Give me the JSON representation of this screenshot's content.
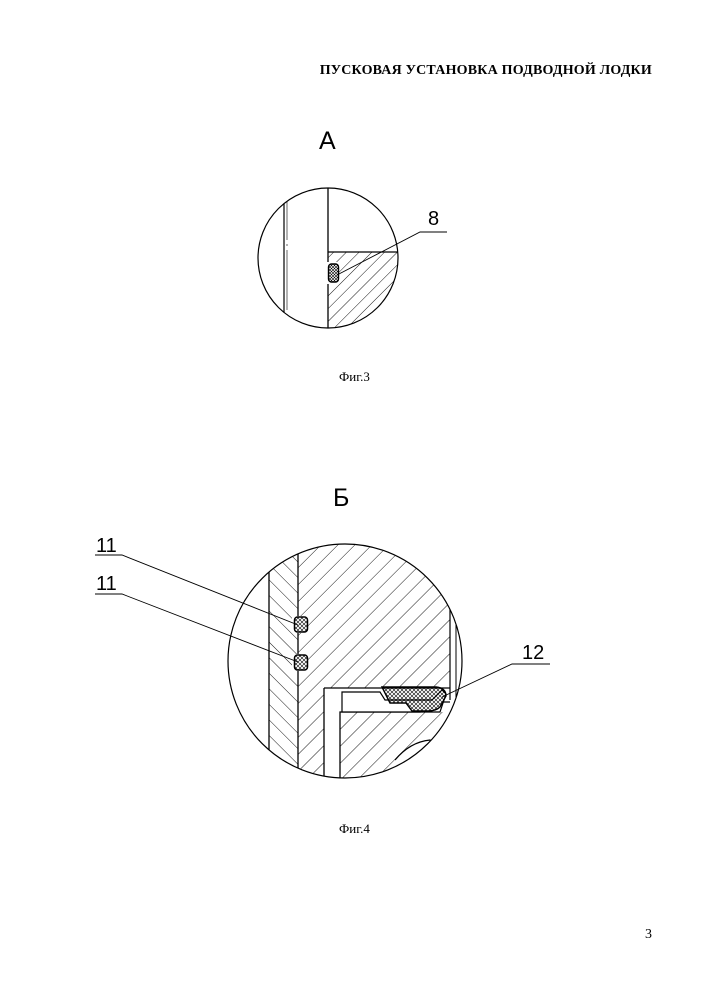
{
  "header": {
    "title": "ПУСКОВАЯ УСТАНОВКА ПОДВОДНОЙ ЛОДКИ"
  },
  "figure3": {
    "view_label": "А",
    "callout_seal": "8",
    "caption": "Фиг.3"
  },
  "figure4": {
    "view_label": "Б",
    "callout_upper_seal": "11",
    "callout_lower_seal": "11",
    "callout_gasket": "12",
    "caption": "Фиг.4"
  },
  "footer": {
    "page_number": "3"
  }
}
